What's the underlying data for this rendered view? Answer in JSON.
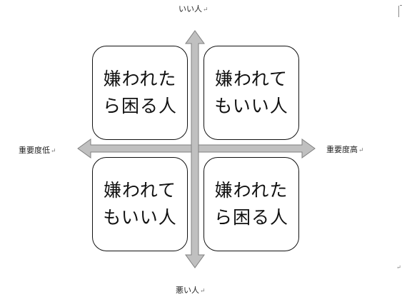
{
  "axis_labels": {
    "top": "いい人",
    "bottom": "悪い人",
    "left": "重要度低",
    "right": "重要度高"
  },
  "paragraph_mark": "↵",
  "quadrants": {
    "top_left": {
      "line1": "嫌われた",
      "line2": "ら困る人"
    },
    "top_right": {
      "line1": "嫌われて",
      "line2": "もいい人"
    },
    "bottom_left": {
      "line1": "嫌われて",
      "line2": "もいい人"
    },
    "bottom_right": {
      "line1": "嫌われた",
      "line2": "ら困る人"
    }
  },
  "colors": {
    "arrow_fill": "#c0c0c0",
    "arrow_stroke": "#7f7f7f",
    "box_border": "#111111"
  }
}
